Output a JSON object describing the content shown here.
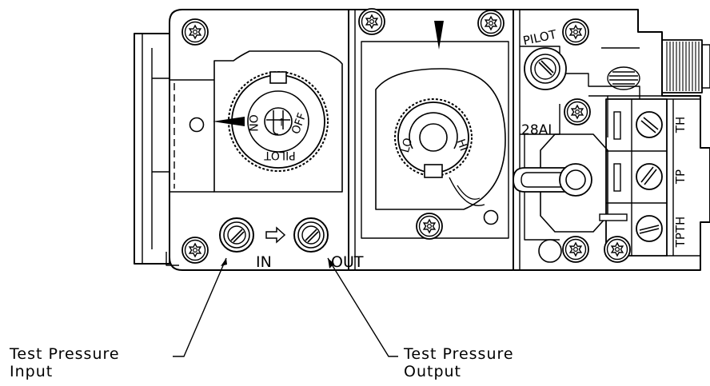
{
  "labels": {
    "pilot_top": "PILOT",
    "model": "28AI",
    "terminal_th": "TH",
    "terminal_tp": "TP",
    "terminal_tpth": "TPTH",
    "dial_on": "ON",
    "dial_off": "OFF",
    "dial_pilot": "PILOT",
    "knob_hi": "HI",
    "knob_lo": "LO",
    "port_in": "IN",
    "port_out": "OUT"
  },
  "callouts": {
    "input_line1": "Test Pressure",
    "input_line2": "Input",
    "output_line1": "Test Pressure",
    "output_line2": "Output"
  }
}
